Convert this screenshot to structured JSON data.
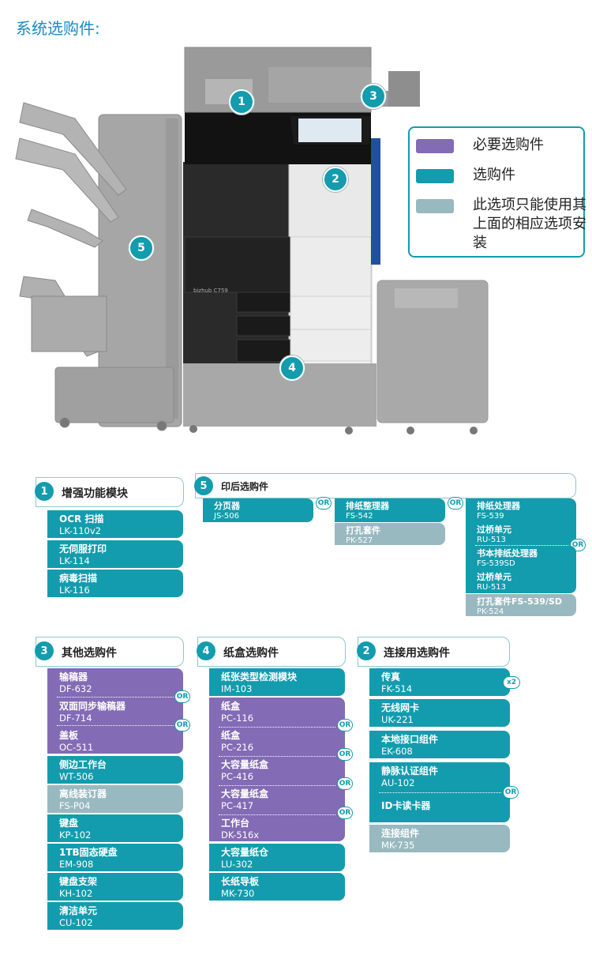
{
  "title": "系统选购件:",
  "colors": {
    "required": "#836bb5",
    "optional": "#139cae",
    "conditional": "#98b9c0"
  },
  "machine": {
    "brand_label": "bizhub C759",
    "markers": [
      "1",
      "2",
      "3",
      "4",
      "5"
    ]
  },
  "legend": {
    "required": "必要选购件",
    "optional": "选购件",
    "conditional": "此选项只能使用其上面的相应选项安装"
  },
  "or_label": "OR",
  "x2_label": "x2",
  "sections": {
    "s1": {
      "num": "1",
      "title": "增强功能模块",
      "items": [
        {
          "name": "OCR 扫描",
          "code": "LK-110v2"
        },
        {
          "name": "无伺服打印",
          "code": "LK-114"
        },
        {
          "name": "病毒扫描",
          "code": "LK-116"
        }
      ]
    },
    "s5": {
      "num": "5",
      "title": "印后选购件",
      "items": [
        {
          "name": "分页器",
          "code": "JS-506"
        },
        {
          "name": "排纸整理器",
          "code": "FS-542"
        },
        {
          "name": "打孔套件",
          "code": "PK-527"
        },
        {
          "name": "排纸处理器",
          "code": "FS-539"
        },
        {
          "name": "过桥单元",
          "code": "RU-513"
        },
        {
          "name": "书本排纸处理器",
          "code": "FS-539SD"
        },
        {
          "name": "过桥单元",
          "code": "RU-513"
        },
        {
          "name": "打孔套件FS-539/SD",
          "code": "PK-524"
        }
      ]
    },
    "s3": {
      "num": "3",
      "title": "其他选购件",
      "items": [
        {
          "name": "输稿器",
          "code": "DF-632"
        },
        {
          "name": "双面同步输稿器",
          "code": "DF-714"
        },
        {
          "name": "盖板",
          "code": "OC-511"
        },
        {
          "name": "侧边工作台",
          "code": "WT-506"
        },
        {
          "name": "离线装订器",
          "code": "FS-P04"
        },
        {
          "name": "键盘",
          "code": "KP-102"
        },
        {
          "name": "1TB固态硬盘",
          "code": "EM-908"
        },
        {
          "name": "键盘支架",
          "code": "KH-102"
        },
        {
          "name": "清洁单元",
          "code": "CU-102"
        }
      ]
    },
    "s4": {
      "num": "4",
      "title": "纸盒选购件",
      "items": [
        {
          "name": "纸张类型检测模块",
          "code": "IM-103"
        },
        {
          "name": "纸盒",
          "code": "PC-116"
        },
        {
          "name": "纸盒",
          "code": "PC-216"
        },
        {
          "name": "大容量纸盒",
          "code": "PC-416"
        },
        {
          "name": "大容量纸盒",
          "code": "PC-417"
        },
        {
          "name": "工作台",
          "code": "DK-516x"
        },
        {
          "name": "大容量纸仓",
          "code": "LU-302"
        },
        {
          "name": "长纸导板",
          "code": "MK-730"
        }
      ]
    },
    "s2": {
      "num": "2",
      "title": "连接用选购件",
      "items": [
        {
          "name": "传真",
          "code": "FK-514"
        },
        {
          "name": "无线网卡",
          "code": "UK-221"
        },
        {
          "name": "本地接口组件",
          "code": "EK-608"
        },
        {
          "name": "静脉认证组件",
          "code": "AU-102"
        },
        {
          "name": "ID卡读卡器",
          "code": ""
        },
        {
          "name": "连接组件",
          "code": "MK-735"
        }
      ]
    }
  }
}
